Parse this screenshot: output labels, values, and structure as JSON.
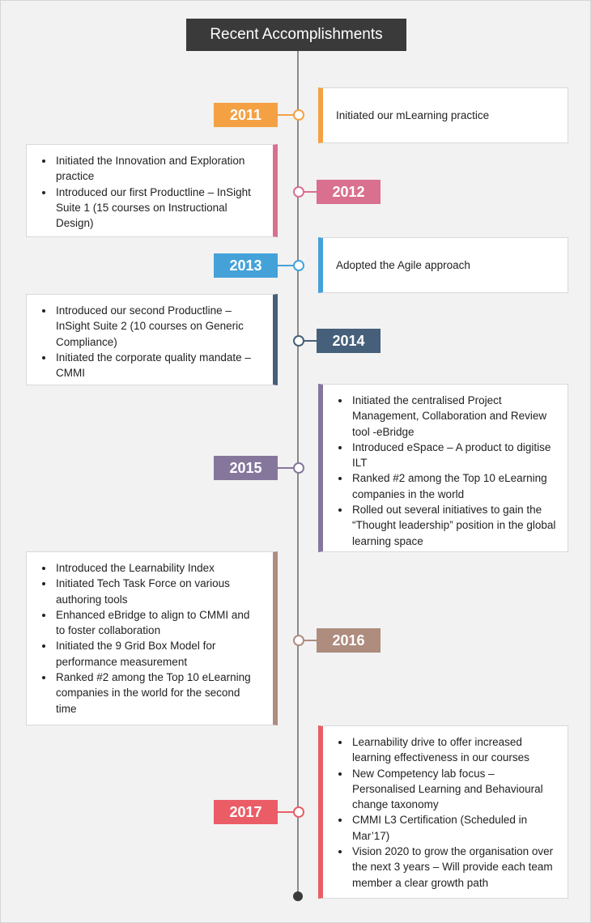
{
  "title": "Recent Accomplishments",
  "milestones": [
    {
      "year": "2011",
      "color": "#f4a144",
      "side": "right",
      "text": "Initiated our mLearning practice"
    },
    {
      "year": "2012",
      "color": "#d9708f",
      "side": "left",
      "items": [
        "Initiated the Innovation and Exploration practice",
        "Introduced our first Productline – InSight Suite 1 (15 courses on Instructional Design)"
      ]
    },
    {
      "year": "2013",
      "color": "#45a2d9",
      "side": "right",
      "text": "Adopted the Agile approach"
    },
    {
      "year": "2014",
      "color": "#465f7a",
      "side": "left",
      "items": [
        "Introduced our second Productline – InSight Suite 2 (10 courses on Generic Compliance)",
        "Initiated the corporate quality mandate – CMMI"
      ]
    },
    {
      "year": "2015",
      "color": "#85779c",
      "side": "right",
      "items": [
        "Initiated the centralised Project Management,  Collaboration and Review tool -eBridge",
        "Introduced eSpace – A product to digitise ILT",
        "Ranked #2 among the Top 10 eLearning companies in the world",
        "Rolled out several initiatives to gain the “Thought leadership” position in the global learning space"
      ]
    },
    {
      "year": "2016",
      "color": "#ae8c7e",
      "side": "left",
      "items": [
        "Introduced the Learnability Index",
        "Initiated Tech Task Force on various authoring tools",
        "Enhanced eBridge to align to CMMI and to foster collaboration",
        "Initiated the 9 Grid Box Model for performance measurement",
        "Ranked #2 among the Top 10 eLearning companies in the world for the second time"
      ]
    },
    {
      "year": "2017",
      "color": "#ea5d67",
      "side": "right",
      "items": [
        "Learnability drive to offer increased learning effectiveness in our courses",
        "New Competency lab focus – Personalised Learning and Behavioural change taxonomy",
        "CMMI L3 Certification (Scheduled in Mar’17)",
        "Vision 2020 to grow the organisation over the next 3 years – Will provide each team member a clear growth path"
      ]
    }
  ]
}
